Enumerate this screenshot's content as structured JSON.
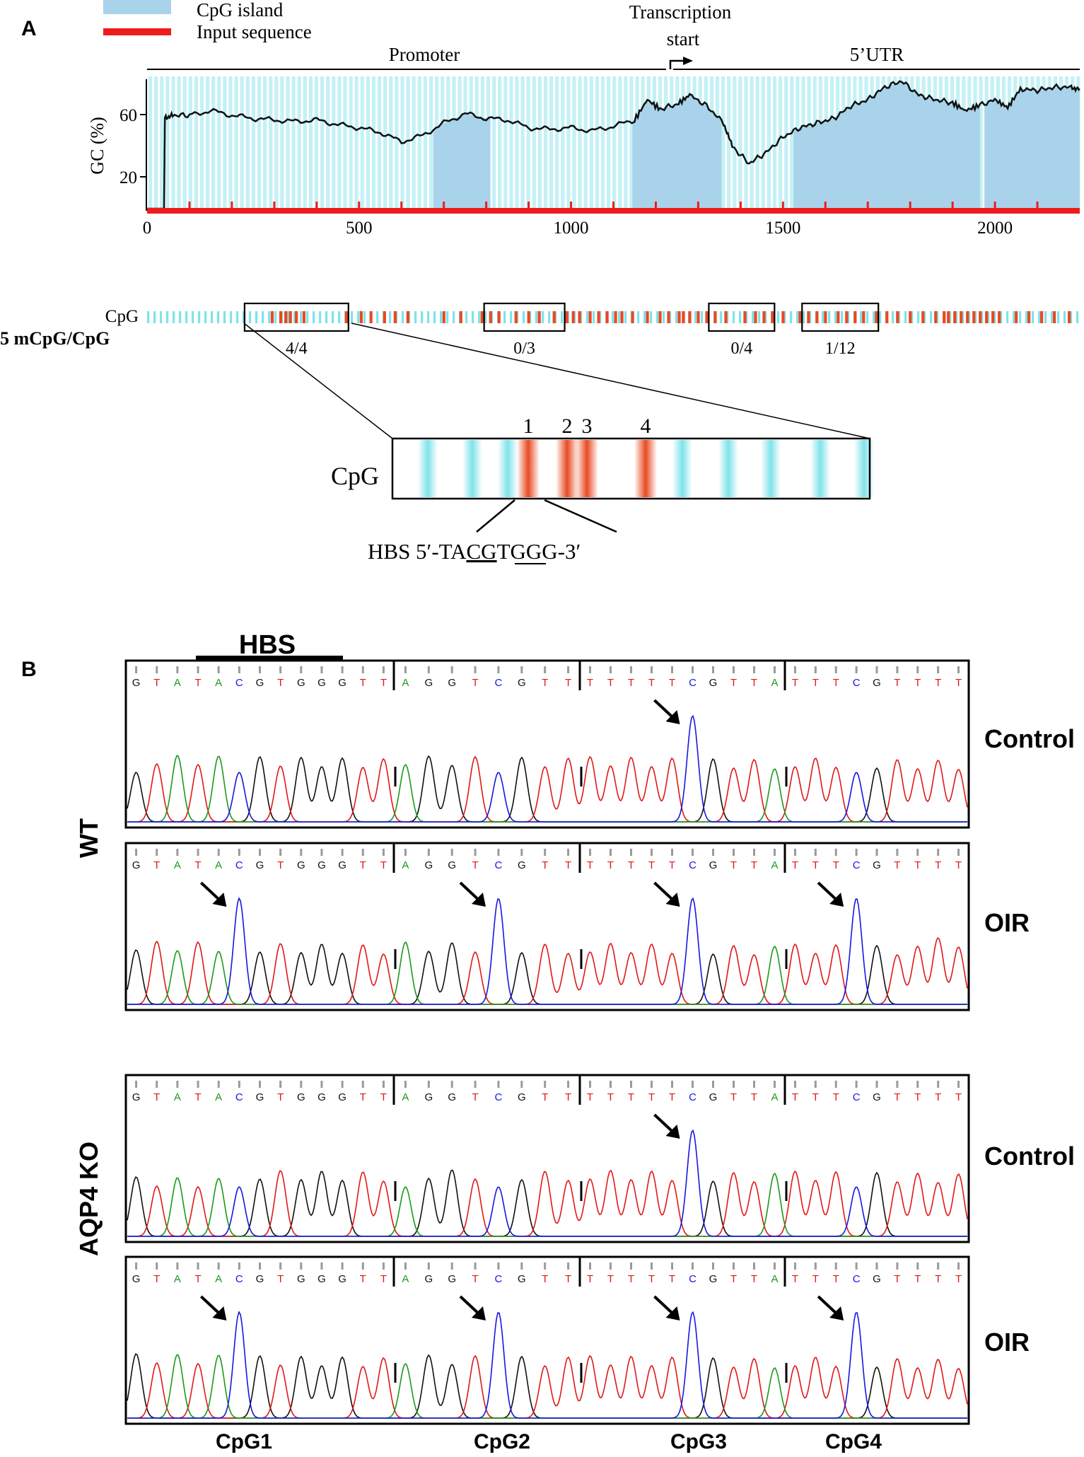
{
  "panel_a": {
    "label": "A",
    "legend": [
      {
        "label": "CpG island",
        "color": "#a9d3ea"
      },
      {
        "label": "Input sequence",
        "color": "#ee1c1c"
      }
    ],
    "regions": {
      "promoter": "Promoter",
      "tss_line1": "Transcription",
      "tss_line2": "start",
      "utr": "5’UTR"
    },
    "gc_chart": {
      "type": "line",
      "ylabel": "GC (%)",
      "yticks": [
        "60",
        "20"
      ],
      "xticks": [
        "0",
        "500",
        "1000",
        "1500",
        "2000"
      ],
      "xlim": [
        0,
        2200
      ],
      "ylim": [
        0,
        85
      ],
      "island_color": "#a9d3ea",
      "stripe_color": "#c4f1f5",
      "line_color": "#111111",
      "islands": [
        [
          675,
          810
        ],
        [
          1145,
          1355
        ],
        [
          1525,
          1965
        ],
        [
          1975,
          2200
        ]
      ],
      "points": [
        [
          0,
          0
        ],
        [
          40,
          0
        ],
        [
          42,
          58
        ],
        [
          60,
          60
        ],
        [
          100,
          60
        ],
        [
          150,
          63
        ],
        [
          200,
          60
        ],
        [
          250,
          58
        ],
        [
          300,
          57
        ],
        [
          350,
          56
        ],
        [
          400,
          57
        ],
        [
          450,
          54
        ],
        [
          500,
          52
        ],
        [
          550,
          49
        ],
        [
          600,
          43
        ],
        [
          650,
          47
        ],
        [
          700,
          55
        ],
        [
          750,
          61
        ],
        [
          800,
          58
        ],
        [
          850,
          57
        ],
        [
          900,
          52
        ],
        [
          950,
          51
        ],
        [
          1000,
          52
        ],
        [
          1050,
          50
        ],
        [
          1100,
          53
        ],
        [
          1150,
          57
        ],
        [
          1180,
          70
        ],
        [
          1210,
          64
        ],
        [
          1250,
          67
        ],
        [
          1280,
          73
        ],
        [
          1320,
          66
        ],
        [
          1360,
          55
        ],
        [
          1380,
          40
        ],
        [
          1420,
          29
        ],
        [
          1460,
          36
        ],
        [
          1500,
          46
        ],
        [
          1540,
          52
        ],
        [
          1580,
          55
        ],
        [
          1620,
          58
        ],
        [
          1660,
          66
        ],
        [
          1700,
          70
        ],
        [
          1740,
          78
        ],
        [
          1780,
          82
        ],
        [
          1820,
          73
        ],
        [
          1860,
          70
        ],
        [
          1900,
          68
        ],
        [
          1930,
          63
        ],
        [
          1960,
          66
        ],
        [
          2000,
          70
        ],
        [
          2030,
          65
        ],
        [
          2060,
          77
        ],
        [
          2100,
          76
        ],
        [
          2140,
          78
        ],
        [
          2180,
          78
        ],
        [
          2200,
          77
        ]
      ]
    },
    "cpg_track_label": "CpG",
    "ratio_label": "5 mCpG/CpG",
    "cpg_sites": [
      295,
      315,
      327,
      338,
      352,
      370,
      470,
      505,
      528,
      560,
      585,
      615,
      700,
      740,
      790,
      810,
      830,
      870,
      900,
      925,
      960,
      990,
      1005,
      1020,
      1045,
      1065,
      1085,
      1105,
      1120,
      1145,
      1180,
      1210,
      1230,
      1255,
      1265,
      1280,
      1300,
      1320,
      1340,
      1365,
      1410,
      1435,
      1455,
      1475,
      1500,
      1540,
      1560,
      1580,
      1600,
      1630,
      1650,
      1670,
      1690,
      1720,
      1745,
      1770,
      1800,
      1830,
      1860,
      1880,
      1890,
      1905,
      1920,
      1935,
      1950,
      1965,
      1980,
      1995,
      2010,
      2050,
      2080,
      2110,
      2140,
      2175
    ],
    "boxes": [
      {
        "ratio": "4/4",
        "start": 230,
        "end": 475
      },
      {
        "ratio": "0/3",
        "start": 795,
        "end": 985
      },
      {
        "ratio": "0/4",
        "start": 1325,
        "end": 1480
      },
      {
        "ratio": "1/12",
        "start": 1545,
        "end": 1725
      }
    ],
    "zoom": {
      "label": "CpG",
      "site_numbers": [
        "1",
        "2",
        "3",
        "4"
      ],
      "hbs_prefix": "HBS 5′-TA",
      "hbs_cg": "CG",
      "hbs_suffix": "TGGG-3′"
    }
  },
  "panel_b": {
    "label": "B",
    "hbs_label": "HBS",
    "group_labels": [
      "WT",
      "AQP4 KO"
    ],
    "condition_labels": [
      "Control",
      "OIR",
      "Control",
      "OIR"
    ],
    "cpg_labels": [
      "CpG1",
      "CpG2",
      "CpG3",
      "CpG4"
    ],
    "segments": [
      [
        "G",
        "T",
        "A",
        "T",
        "A",
        "C",
        "G",
        "T",
        "G",
        "G",
        "G",
        "T",
        "T"
      ],
      [
        "A",
        "G",
        "G",
        "T",
        "C",
        "G",
        "T",
        "T"
      ],
      [
        "T",
        "T",
        "T",
        "T",
        "T",
        "C",
        "G",
        "T",
        "T",
        "A"
      ],
      [
        "T",
        "T",
        "T",
        "C",
        "G",
        "T",
        "T",
        "T",
        "T"
      ]
    ],
    "base_colors": {
      "A": "#1a9a1a",
      "C": "#1717e0",
      "G": "#111111",
      "T": "#e01818"
    },
    "traces": [
      {
        "methylated": [
          false,
          false,
          true,
          false
        ],
        "arrows": [
          false,
          false,
          true,
          false
        ]
      },
      {
        "methylated": [
          true,
          true,
          true,
          true
        ],
        "arrows": [
          true,
          true,
          true,
          true
        ]
      },
      {
        "methylated": [
          false,
          false,
          true,
          false
        ],
        "arrows": [
          false,
          false,
          true,
          false
        ]
      },
      {
        "methylated": [
          true,
          true,
          true,
          true
        ],
        "arrows": [
          true,
          true,
          true,
          true
        ]
      }
    ]
  }
}
